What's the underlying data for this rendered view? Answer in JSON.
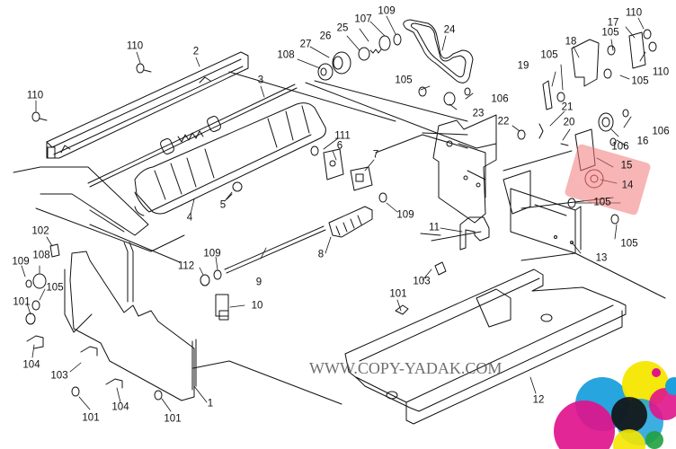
{
  "diagram": {
    "title": "Exploded parts diagram",
    "highlighted_part": "14",
    "highlight_color": "#f08a8a",
    "watermark": "WWW.COPY-YADAK.COM",
    "labels": [
      {
        "id": "l110a",
        "text": "110"
      },
      {
        "id": "l2",
        "text": "2"
      },
      {
        "id": "l110b",
        "text": "110"
      },
      {
        "id": "l3",
        "text": "3"
      },
      {
        "id": "l4",
        "text": "4"
      },
      {
        "id": "l5",
        "text": "5"
      },
      {
        "id": "l108a",
        "text": "108"
      },
      {
        "id": "l27",
        "text": "27"
      },
      {
        "id": "l26",
        "text": "26"
      },
      {
        "id": "l25",
        "text": "25"
      },
      {
        "id": "l107",
        "text": "107"
      },
      {
        "id": "l109a",
        "text": "109"
      },
      {
        "id": "l24",
        "text": "24"
      },
      {
        "id": "l105a",
        "text": "105"
      },
      {
        "id": "l106a",
        "text": "106"
      },
      {
        "id": "l23",
        "text": "23"
      },
      {
        "id": "l19",
        "text": "19"
      },
      {
        "id": "l105b",
        "text": "105"
      },
      {
        "id": "l18",
        "text": "18"
      },
      {
        "id": "l105c",
        "text": "105"
      },
      {
        "id": "l17",
        "text": "17"
      },
      {
        "id": "l110c",
        "text": "110"
      },
      {
        "id": "l110d",
        "text": "110"
      },
      {
        "id": "l105d",
        "text": "105"
      },
      {
        "id": "l21",
        "text": "21"
      },
      {
        "id": "l22",
        "text": "22"
      },
      {
        "id": "l20",
        "text": "20"
      },
      {
        "id": "l16",
        "text": "16"
      },
      {
        "id": "l106b",
        "text": "106"
      },
      {
        "id": "l106c",
        "text": "106"
      },
      {
        "id": "l15",
        "text": "15"
      },
      {
        "id": "l14",
        "text": "14"
      },
      {
        "id": "l105e",
        "text": "105"
      },
      {
        "id": "l105f",
        "text": "105"
      },
      {
        "id": "l111",
        "text": "111"
      },
      {
        "id": "l6",
        "text": "6"
      },
      {
        "id": "l7",
        "text": "7"
      },
      {
        "id": "l109b",
        "text": "109"
      },
      {
        "id": "l8",
        "text": "8"
      },
      {
        "id": "l11",
        "text": "11"
      },
      {
        "id": "l13",
        "text": "13"
      },
      {
        "id": "l103a",
        "text": "103"
      },
      {
        "id": "l102",
        "text": "102"
      },
      {
        "id": "l109c",
        "text": "109"
      },
      {
        "id": "l108b",
        "text": "108"
      },
      {
        "id": "l105g",
        "text": "105"
      },
      {
        "id": "l101a",
        "text": "101"
      },
      {
        "id": "l104a",
        "text": "104"
      },
      {
        "id": "l112",
        "text": "112"
      },
      {
        "id": "l109d",
        "text": "109"
      },
      {
        "id": "l9",
        "text": "9"
      },
      {
        "id": "l10",
        "text": "10"
      },
      {
        "id": "l103b",
        "text": "103"
      },
      {
        "id": "l101b",
        "text": "101"
      },
      {
        "id": "l104b",
        "text": "104"
      },
      {
        "id": "l101c",
        "text": "101"
      },
      {
        "id": "l1",
        "text": "1"
      },
      {
        "id": "l101d",
        "text": "101"
      },
      {
        "id": "l12",
        "text": "12"
      }
    ],
    "logo_colors": [
      "#e0148c",
      "#1aa0dc",
      "#f5e600",
      "#111111",
      "#20a040"
    ]
  }
}
